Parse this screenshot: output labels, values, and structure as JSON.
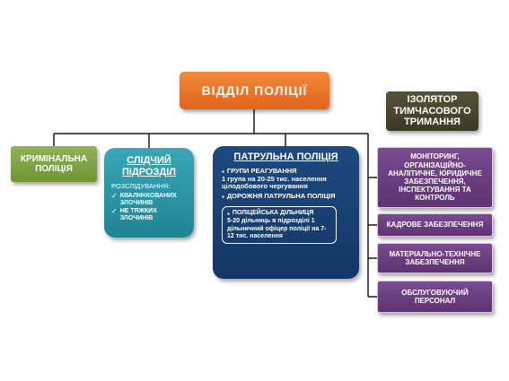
{
  "head": {
    "title": "ВІДДІЛ  ПОЛІЦІЇ"
  },
  "isolator": {
    "title": "ІЗОЛЯТОР ТИМЧАСОВОГО ТРИМАННЯ"
  },
  "criminal": {
    "title": "КРИМІНАЛЬНА ПОЛІЦІЯ"
  },
  "investigative": {
    "title": "СЛІДЧИЙ ПІДРОЗДІЛ",
    "subtitle": "РОЗСЛІДУВАННЯ:",
    "items": [
      "КВАЛІФІКОВАНИХ ЗЛОЧИНІВ",
      "НЕ ТЯЖКИХ ЗЛОЧИНІВ"
    ]
  },
  "patrol": {
    "title": "ПАТРУЛЬНА ПОЛІЦІЯ",
    "item1": "ГРУПИ РЕАГУВАННЯ",
    "item1_detail": "1 група на 20-25 тис. населення цілодобового чергування",
    "item2": "ДОРОЖНЯ ПАТРУЛЬНА ПОЛІЦІЯ",
    "inner_item": "ПОЛІЦЕЙСЬКА ДІЛЬНИЦЯ",
    "inner_detail": "5-20 дільниць в підрозділі 1 дільничний офіцер поліції на 7-12 тис. населення"
  },
  "support": [
    "МОНІТОРИНГ, ОРГАНІЗАЦІЙНО-АНАЛІТИЧНЕ, ЮРИДИЧНЕ ЗАБЕЗПЕЧЕННЯ, ІНСПЕКТУВАННЯ ТА КОНТРОЛЬ",
    "КАДРОВЕ ЗАБЕЗПЕЧЕННЯ",
    "МАТЕРІАЛЬНО-ТЕХНІЧНЕ ЗАБЕЗПЕЧЕННЯ",
    "ОБСЛУГОВУЮЧИЙ ПЕРСОНАЛ"
  ],
  "colors": {
    "head": "#e8702a",
    "isolator": "#4a4430",
    "criminal": "#7ea544",
    "investigative": "#2a96a6",
    "patrol": "#173d70",
    "support": "#6a3d80",
    "connector": "#1a1a1a"
  }
}
